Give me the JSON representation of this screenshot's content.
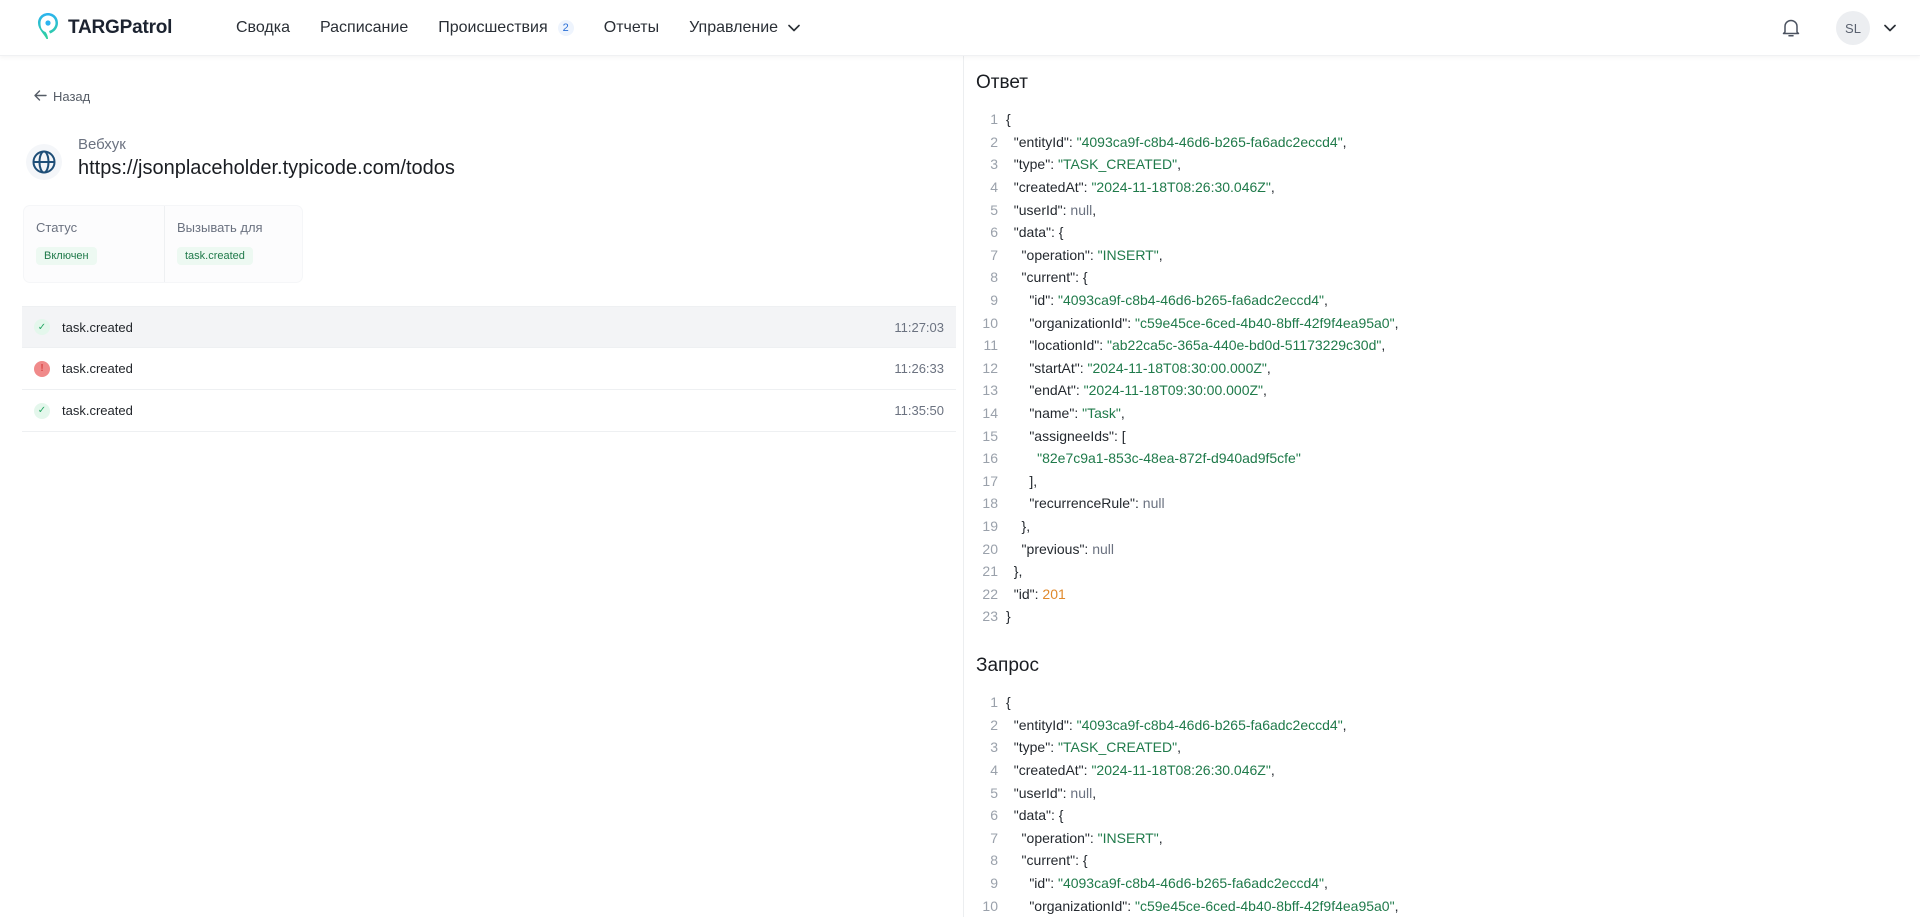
{
  "topnav": {
    "brand": "TARGPatrol",
    "items": [
      {
        "label": "Сводка"
      },
      {
        "label": "Расписание"
      },
      {
        "label": "Происшествия",
        "badge": "2"
      },
      {
        "label": "Отчеты"
      },
      {
        "label": "Управление",
        "has_dropdown": true
      }
    ],
    "notifications_icon": "bell-icon",
    "user_initials": "SL"
  },
  "left": {
    "back_label": "Назад",
    "webhook_label": "Вебхук",
    "webhook_url": "https://jsonplaceholder.typicode.com/todos",
    "meta": {
      "status_label": "Статус",
      "status_value": "Включен",
      "trigger_label": "Вызывать для",
      "trigger_value": "task.created"
    },
    "events": [
      {
        "name": "task.created",
        "time": "11:27:03",
        "status": "success",
        "active": true
      },
      {
        "name": "task.created",
        "time": "11:26:33",
        "status": "error",
        "active": false
      },
      {
        "name": "task.created",
        "time": "11:35:50",
        "status": "success",
        "active": false
      }
    ]
  },
  "right": {
    "response_title": "Ответ",
    "request_title": "Запрос",
    "response_lines": [
      [
        {
          "t": "p",
          "v": "{"
        }
      ],
      [
        {
          "t": "k",
          "v": "  \"entityId\""
        },
        {
          "t": "p",
          "v": ": "
        },
        {
          "t": "s",
          "v": "\"4093ca9f-c8b4-46d6-b265-fa6adc2eccd4\""
        },
        {
          "t": "p",
          "v": ","
        }
      ],
      [
        {
          "t": "k",
          "v": "  \"type\""
        },
        {
          "t": "p",
          "v": ": "
        },
        {
          "t": "s",
          "v": "\"TASK_CREATED\""
        },
        {
          "t": "p",
          "v": ","
        }
      ],
      [
        {
          "t": "k",
          "v": "  \"createdAt\""
        },
        {
          "t": "p",
          "v": ": "
        },
        {
          "t": "s",
          "v": "\"2024-11-18T08:26:30.046Z\""
        },
        {
          "t": "p",
          "v": ","
        }
      ],
      [
        {
          "t": "k",
          "v": "  \"userId\""
        },
        {
          "t": "p",
          "v": ": "
        },
        {
          "t": "n",
          "v": "null"
        },
        {
          "t": "p",
          "v": ","
        }
      ],
      [
        {
          "t": "k",
          "v": "  \"data\""
        },
        {
          "t": "p",
          "v": ": {"
        }
      ],
      [
        {
          "t": "k",
          "v": "    \"operation\""
        },
        {
          "t": "p",
          "v": ": "
        },
        {
          "t": "s",
          "v": "\"INSERT\""
        },
        {
          "t": "p",
          "v": ","
        }
      ],
      [
        {
          "t": "k",
          "v": "    \"current\""
        },
        {
          "t": "p",
          "v": ": {"
        }
      ],
      [
        {
          "t": "k",
          "v": "      \"id\""
        },
        {
          "t": "p",
          "v": ": "
        },
        {
          "t": "s",
          "v": "\"4093ca9f-c8b4-46d6-b265-fa6adc2eccd4\""
        },
        {
          "t": "p",
          "v": ","
        }
      ],
      [
        {
          "t": "k",
          "v": "      \"organizationId\""
        },
        {
          "t": "p",
          "v": ": "
        },
        {
          "t": "s",
          "v": "\"c59e45ce-6ced-4b40-8bff-42f9f4ea95a0\""
        },
        {
          "t": "p",
          "v": ","
        }
      ],
      [
        {
          "t": "k",
          "v": "      \"locationId\""
        },
        {
          "t": "p",
          "v": ": "
        },
        {
          "t": "s",
          "v": "\"ab22ca5c-365a-440e-bd0d-51173229c30d\""
        },
        {
          "t": "p",
          "v": ","
        }
      ],
      [
        {
          "t": "k",
          "v": "      \"startAt\""
        },
        {
          "t": "p",
          "v": ": "
        },
        {
          "t": "s",
          "v": "\"2024-11-18T08:30:00.000Z\""
        },
        {
          "t": "p",
          "v": ","
        }
      ],
      [
        {
          "t": "k",
          "v": "      \"endAt\""
        },
        {
          "t": "p",
          "v": ": "
        },
        {
          "t": "s",
          "v": "\"2024-11-18T09:30:00.000Z\""
        },
        {
          "t": "p",
          "v": ","
        }
      ],
      [
        {
          "t": "k",
          "v": "      \"name\""
        },
        {
          "t": "p",
          "v": ": "
        },
        {
          "t": "s",
          "v": "\"Task\""
        },
        {
          "t": "p",
          "v": ","
        }
      ],
      [
        {
          "t": "k",
          "v": "      \"assigneeIds\""
        },
        {
          "t": "p",
          "v": ": ["
        }
      ],
      [
        {
          "t": "s",
          "v": "        \"82e7c9a1-853c-48ea-872f-d940ad9f5cfe\""
        }
      ],
      [
        {
          "t": "p",
          "v": "      ],"
        }
      ],
      [
        {
          "t": "k",
          "v": "      \"recurrenceRule\""
        },
        {
          "t": "p",
          "v": ": "
        },
        {
          "t": "n",
          "v": "null"
        }
      ],
      [
        {
          "t": "p",
          "v": "    },"
        }
      ],
      [
        {
          "t": "k",
          "v": "    \"previous\""
        },
        {
          "t": "p",
          "v": ": "
        },
        {
          "t": "n",
          "v": "null"
        }
      ],
      [
        {
          "t": "p",
          "v": "  },"
        }
      ],
      [
        {
          "t": "k",
          "v": "  \"id\""
        },
        {
          "t": "p",
          "v": ": "
        },
        {
          "t": "num",
          "v": "201"
        }
      ],
      [
        {
          "t": "p",
          "v": "}"
        }
      ]
    ],
    "request_lines": [
      [
        {
          "t": "p",
          "v": "{"
        }
      ],
      [
        {
          "t": "k",
          "v": "  \"entityId\""
        },
        {
          "t": "p",
          "v": ": "
        },
        {
          "t": "s",
          "v": "\"4093ca9f-c8b4-46d6-b265-fa6adc2eccd4\""
        },
        {
          "t": "p",
          "v": ","
        }
      ],
      [
        {
          "t": "k",
          "v": "  \"type\""
        },
        {
          "t": "p",
          "v": ": "
        },
        {
          "t": "s",
          "v": "\"TASK_CREATED\""
        },
        {
          "t": "p",
          "v": ","
        }
      ],
      [
        {
          "t": "k",
          "v": "  \"createdAt\""
        },
        {
          "t": "p",
          "v": ": "
        },
        {
          "t": "s",
          "v": "\"2024-11-18T08:26:30.046Z\""
        },
        {
          "t": "p",
          "v": ","
        }
      ],
      [
        {
          "t": "k",
          "v": "  \"userId\""
        },
        {
          "t": "p",
          "v": ": "
        },
        {
          "t": "n",
          "v": "null"
        },
        {
          "t": "p",
          "v": ","
        }
      ],
      [
        {
          "t": "k",
          "v": "  \"data\""
        },
        {
          "t": "p",
          "v": ": {"
        }
      ],
      [
        {
          "t": "k",
          "v": "    \"operation\""
        },
        {
          "t": "p",
          "v": ": "
        },
        {
          "t": "s",
          "v": "\"INSERT\""
        },
        {
          "t": "p",
          "v": ","
        }
      ],
      [
        {
          "t": "k",
          "v": "    \"current\""
        },
        {
          "t": "p",
          "v": ": {"
        }
      ],
      [
        {
          "t": "k",
          "v": "      \"id\""
        },
        {
          "t": "p",
          "v": ": "
        },
        {
          "t": "s",
          "v": "\"4093ca9f-c8b4-46d6-b265-fa6adc2eccd4\""
        },
        {
          "t": "p",
          "v": ","
        }
      ],
      [
        {
          "t": "k",
          "v": "      \"organizationId\""
        },
        {
          "t": "p",
          "v": ": "
        },
        {
          "t": "s",
          "v": "\"c59e45ce-6ced-4b40-8bff-42f9f4ea95a0\""
        },
        {
          "t": "p",
          "v": ","
        }
      ]
    ]
  },
  "colors": {
    "brand_gradient": [
      "#2bb3f0",
      "#2fd19a"
    ],
    "string_green": "#1f7a4a",
    "number_orange": "#e0892b",
    "error_red": "#f08a8a",
    "success_green": "#27a865"
  }
}
